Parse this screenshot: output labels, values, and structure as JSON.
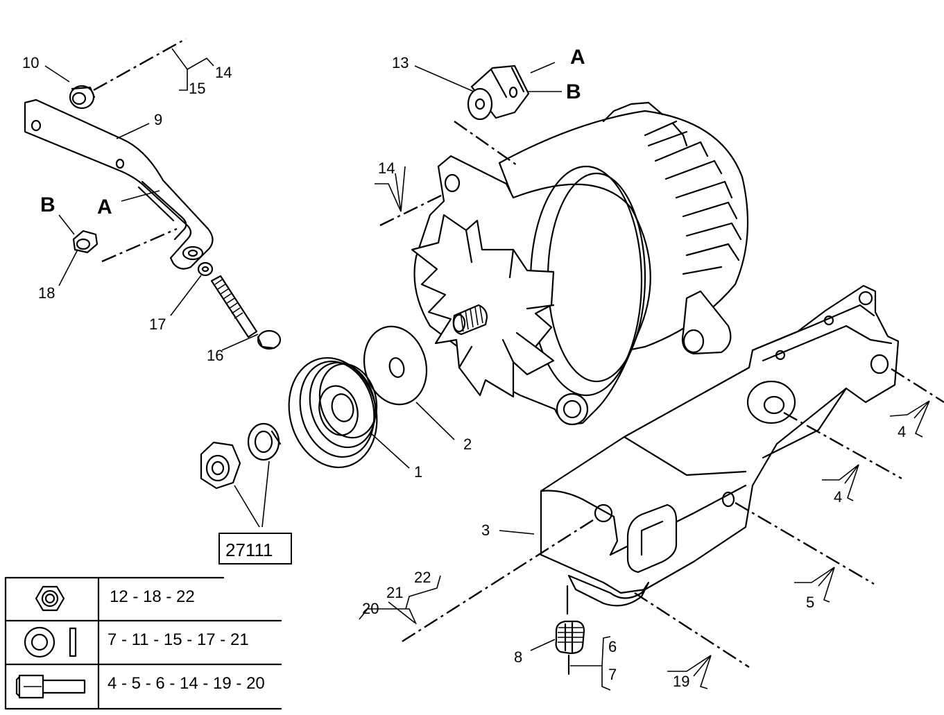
{
  "callouts": {
    "c1": "1",
    "c2": "2",
    "c3": "3",
    "c4a": "4",
    "c4b": "4",
    "c5": "5",
    "c6": "6",
    "c7": "7",
    "c8": "8",
    "c9": "9",
    "c10": "10",
    "c13": "13",
    "c14a": "14",
    "c14b": "14",
    "c15": "15",
    "c16": "16",
    "c17": "17",
    "c18": "18",
    "c19": "19",
    "c20": "20",
    "c21": "21",
    "c22": "22",
    "markA1": "A",
    "markB1": "B",
    "markA2": "A",
    "markB2": "B"
  },
  "reference_box": "27111",
  "legend": {
    "rows": [
      {
        "icon": "hex-nut-icon",
        "text": "12 - 18 - 22"
      },
      {
        "icon": "washer-icon",
        "text": "7 - 11 - 15 - 17 - 21"
      },
      {
        "icon": "bolt-icon",
        "text": "4 - 5 - 6 - 14 - 19 - 20"
      }
    ]
  }
}
